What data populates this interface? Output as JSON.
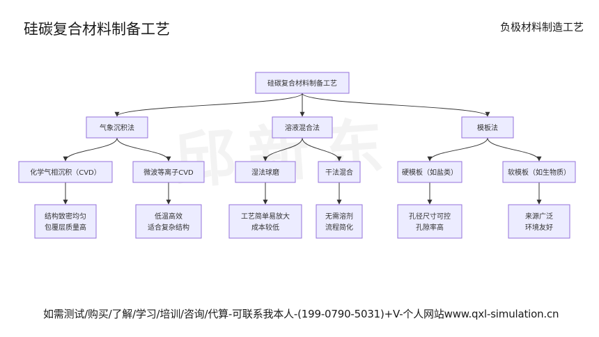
{
  "title": "硅碳复合材料制备工艺",
  "subtitle": "负极材料制造工艺",
  "watermark": "邱新东",
  "footer": "如需测试/购买/了解/学习/培训/咨询/代算-可联系我本人-(199-0790-5031)+V-个人网站www.qxl-simulation.cn",
  "colors": {
    "node_fill": "#ECECFF",
    "node_border": "#9370DB",
    "edge": "#333333",
    "text": "#333333"
  },
  "diagram": {
    "root": {
      "label": "硅碳复合材料制备工艺"
    },
    "methods": [
      {
        "label": "气象沉积法",
        "children": [
          {
            "label": "化学气相沉积（CVD）",
            "result": [
              "结构致密均匀",
              "包覆层质量高"
            ]
          },
          {
            "label": "微波等离子CVD",
            "result": [
              "低温高效",
              "适合复杂结构"
            ]
          }
        ]
      },
      {
        "label": "溶液混合法",
        "children": [
          {
            "label": "湿法球磨",
            "result": [
              "工艺简单易放大",
              "成本较低"
            ]
          },
          {
            "label": "干法混合",
            "result": [
              "无需溶剂",
              "流程简化"
            ]
          }
        ]
      },
      {
        "label": "模板法",
        "children": [
          {
            "label": "硬模板（如盐类）",
            "result": [
              "孔径尺寸可控",
              "孔隙率高"
            ]
          },
          {
            "label": "软模板（如生物质）",
            "result": [
              "来源广泛",
              "环境友好"
            ]
          }
        ]
      }
    ]
  }
}
